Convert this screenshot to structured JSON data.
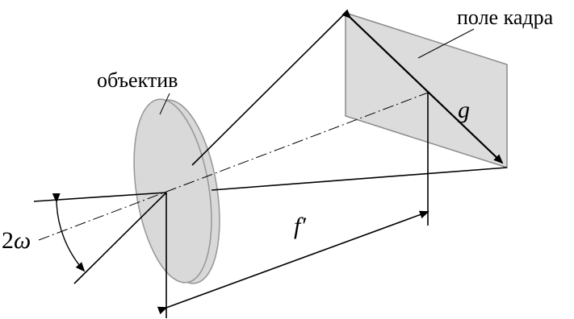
{
  "labels": {
    "frame": "поле кадра",
    "lens": "объектив",
    "diagonal": "g",
    "focal_length": "f′",
    "angle_number": "2",
    "angle_symbol": "ω"
  },
  "colors": {
    "frame_fill": "#dcdcdc",
    "frame_stroke": "#8a8a8a",
    "lens_fill": "#d9d9d9",
    "lens_stroke": "#9a9a9a",
    "line": "#000000"
  }
}
